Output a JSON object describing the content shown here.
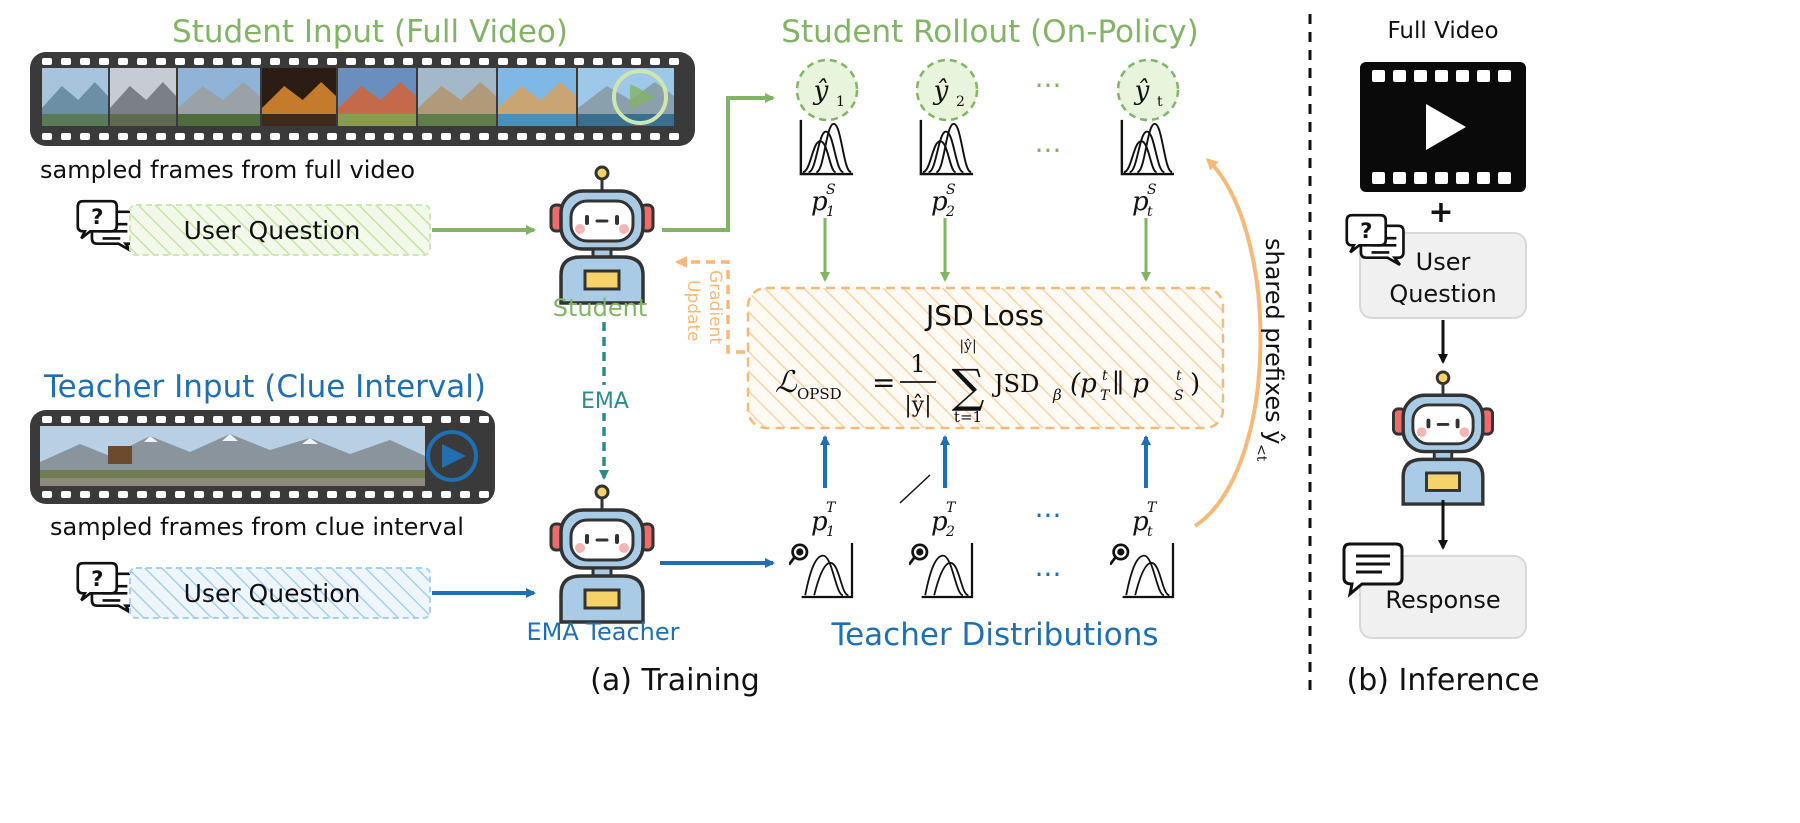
{
  "training": {
    "caption": "(a) Training",
    "student_input_title": "Student Input (Full Video)",
    "student_frames_caption": "sampled frames from full video",
    "teacher_input_title": "Teacher Input (Clue Interval)",
    "teacher_frames_caption": "sampled frames from clue interval",
    "user_question_label": "User Question",
    "student_label": "Student",
    "teacher_label": "EMA Teacher",
    "ema_label": "EMA",
    "gradient_update_label": [
      "Gradient",
      "Update"
    ],
    "rollout_title": "Student Rollout (On-Policy)",
    "rollout_tokens": [
      "ŷ",
      "ŷ",
      "ŷ"
    ],
    "rollout_token_subscripts": [
      "1",
      "2",
      "t"
    ],
    "student_dist_base": [
      "p",
      "p",
      "p"
    ],
    "student_dist_sup": [
      "S",
      "S",
      "S"
    ],
    "student_dist_sub": [
      "1",
      "2",
      "t"
    ],
    "teacher_dist_base": [
      "p",
      "p",
      "p"
    ],
    "teacher_dist_sup": [
      "T",
      "T",
      "T"
    ],
    "teacher_dist_sub": [
      "1",
      "2",
      "t"
    ],
    "ellipsis": "···",
    "loss_title": "JSD Loss",
    "loss_formula": {
      "lhs": "ℒ",
      "lhs_sub": "OPSD",
      "equals": "=",
      "frac_num": "1",
      "frac_den": "|ŷ|",
      "sum_sym": "∑",
      "sum_top": "|ŷ|",
      "sum_bottom": "t=1",
      "jsd": "JSD",
      "jsd_sub": "β",
      "arg": "(p",
      "arg_sub1": "T",
      "arg_sup1": "t",
      "mid": " ∥ p",
      "arg_sub2": "S",
      "arg_sup2": "t",
      "close": ")"
    },
    "shared_prefix_label": "shared prefixes ŷ",
    "shared_prefix_sub": "<t",
    "teacher_dist_title": "Teacher Distributions"
  },
  "inference": {
    "caption": "(b) Inference",
    "video_label": "Full Video",
    "plus": "+",
    "question_label": [
      "User",
      "Question"
    ],
    "response_label": "Response"
  },
  "colors": {
    "green": "#82b366",
    "green_light": "#cfe6b0",
    "blue": "#1f6fb2",
    "blue_light": "#9ecbe8",
    "orange": "#f5b97a",
    "teal": "#2e8b8b",
    "dark": "#111111",
    "film": "#3a3a3a"
  }
}
